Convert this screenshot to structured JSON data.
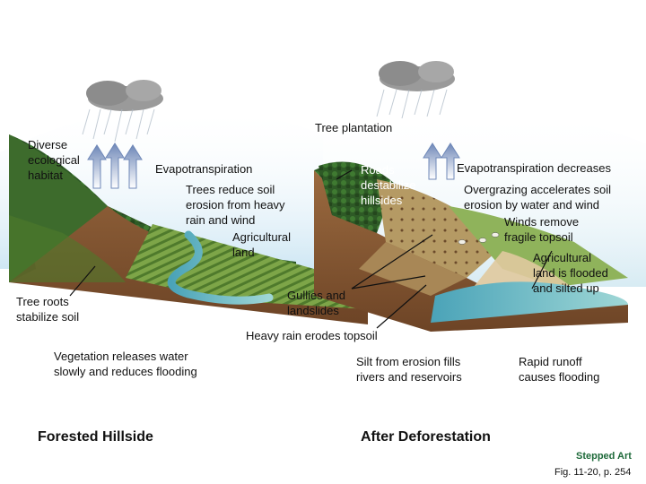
{
  "labels": {
    "diverse_habitat": "Diverse\necological\nhabitat",
    "evapotranspiration": "Evapotranspiration",
    "trees_reduce": "Trees reduce soil\nerosion from heavy\nrain and wind",
    "agricultural_land": "Agricultural\nland",
    "tree_roots": "Tree roots\nstabilize soil",
    "vegetation_releases": "Vegetation releases water\nslowly and reduces flooding",
    "tree_plantation": "Tree plantation",
    "roads_destabilize": "Roads\ndestabilize\nhillsides",
    "evapo_decreases": "Evapotranspiration decreases",
    "overgrazing": "Overgrazing accelerates soil\nerosion by water and wind",
    "winds_remove": "Winds remove\nfragile topsoil",
    "agri_flooded": "Agricultural\nland is flooded\nand silted up",
    "gullies": "Gullies and\nlandslides",
    "heavy_rain": "Heavy rain erodes topsoil",
    "silt_erosion": "Silt from erosion fills\nrivers and reservoirs",
    "rapid_runoff": "Rapid runoff\ncauses flooding"
  },
  "titles": {
    "forested": "Forested Hillside",
    "after": "After Deforestation"
  },
  "credits": {
    "stepped_art": "Stepped Art",
    "figure_ref": "Fig. 11-20, p. 254"
  },
  "colors": {
    "forest": "#2f5a2a",
    "soil": "#8a5a34",
    "water": "#6fb9c4",
    "arrow": "#6f88b8",
    "credit_green": "#1e6a3a"
  }
}
